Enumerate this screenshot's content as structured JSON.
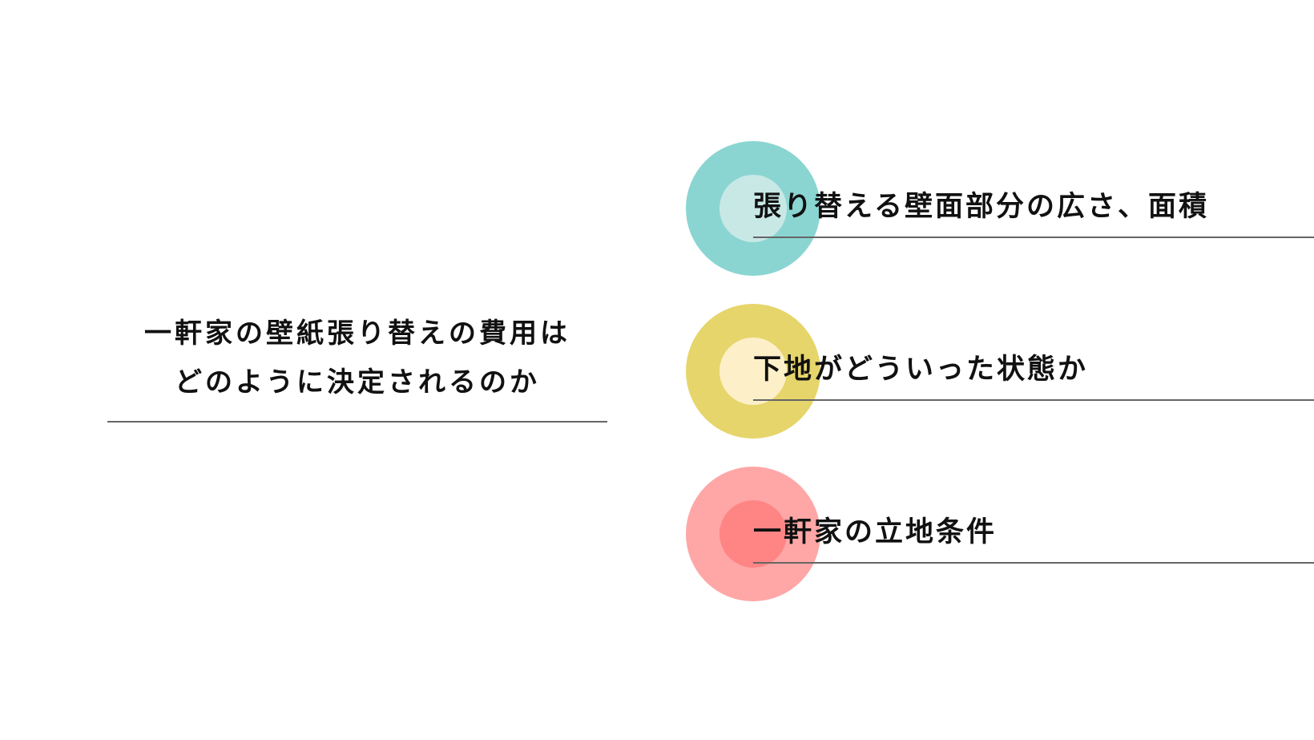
{
  "main": {
    "title_line1": "一軒家の壁紙張り替えの費用は",
    "title_line2": "どのように決定されるのか"
  },
  "factors": [
    {
      "label": "張り替える壁面部分の広さ、面積",
      "outer_color": "#8ad5d2",
      "inner_color": "#c8e8e6"
    },
    {
      "label": "下地がどういった状態か",
      "outer_color": "#e6d56b",
      "inner_color": "#fdf0c8"
    },
    {
      "label": "一軒家の立地条件",
      "outer_color": "#ffa6a6",
      "inner_color": "#ff8585"
    }
  ]
}
